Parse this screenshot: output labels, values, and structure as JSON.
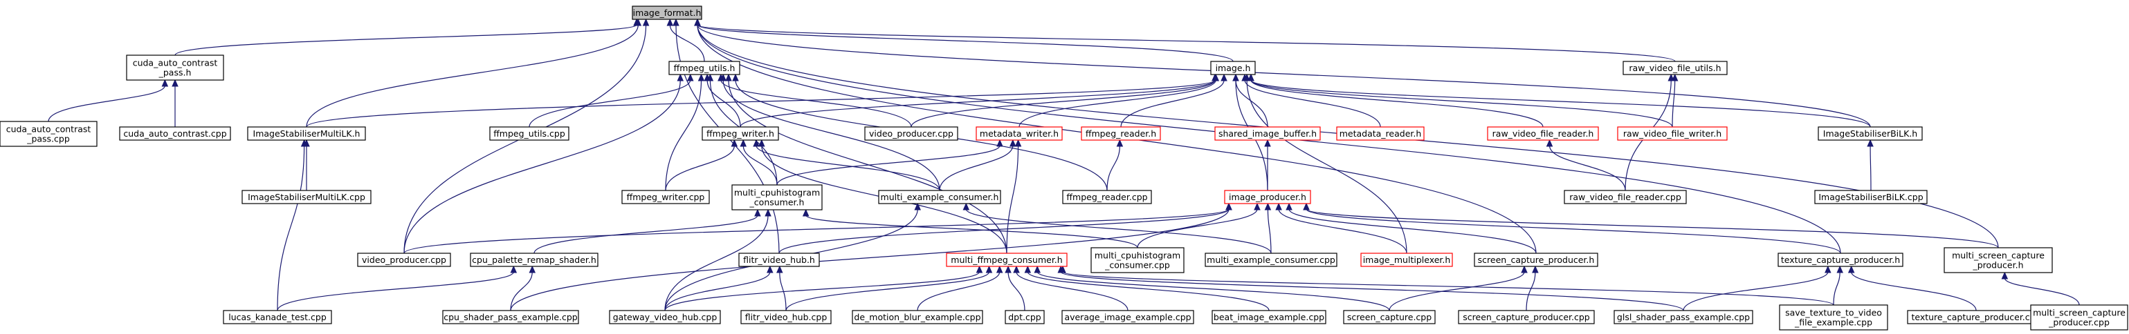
{
  "colors": {
    "edge": "#191970",
    "default_border": "#000000",
    "red_border": "#ff0000",
    "root_fill": "#bfbfbf",
    "node_fill": "#ffffff"
  },
  "nodes": [
    {
      "id": "image_format_h",
      "label": "image_format.h",
      "style": "root"
    },
    {
      "id": "cuda_auto_contrast_pass_h",
      "label": "cuda_auto_contrast\n_pass.h",
      "style": "normal"
    },
    {
      "id": "ffmpeg_utils_h",
      "label": "ffmpeg_utils.h",
      "style": "normal"
    },
    {
      "id": "image_h",
      "label": "image.h",
      "style": "normal"
    },
    {
      "id": "raw_video_file_utils_h",
      "label": "raw_video_file_utils.h",
      "style": "normal"
    },
    {
      "id": "cuda_auto_contrast_pass_cpp",
      "label": "cuda_auto_contrast\n_pass.cpp",
      "style": "normal"
    },
    {
      "id": "cuda_auto_contrast_cpp",
      "label": "cuda_auto_contrast.cpp",
      "style": "normal"
    },
    {
      "id": "ImageStabiliserMultiLK_h",
      "label": "ImageStabiliserMultiLK.h",
      "style": "normal"
    },
    {
      "id": "ffmpeg_utils_cpp",
      "label": "ffmpeg_utils.cpp",
      "style": "normal"
    },
    {
      "id": "video_producer_cpp_top",
      "label": "video_producer.cpp",
      "style": "normal"
    },
    {
      "id": "ffmpeg_writer_h",
      "label": "ffmpeg_writer.h",
      "style": "normal"
    },
    {
      "id": "metadata_writer_h",
      "label": "metadata_writer.h",
      "style": "red"
    },
    {
      "id": "ffmpeg_reader_h",
      "label": "ffmpeg_reader.h",
      "style": "red"
    },
    {
      "id": "shared_image_buffer_h",
      "label": "shared_image_buffer.h",
      "style": "red"
    },
    {
      "id": "metadata_reader_h",
      "label": "metadata_reader.h",
      "style": "red"
    },
    {
      "id": "raw_video_file_reader_h",
      "label": "raw_video_file_reader.h",
      "style": "red"
    },
    {
      "id": "raw_video_file_writer_h",
      "label": "raw_video_file_writer.h",
      "style": "red"
    },
    {
      "id": "ImageStabiliserBiLK_h",
      "label": "ImageStabiliserBiLK.h",
      "style": "normal"
    },
    {
      "id": "ImageStabiliserMultiLK_cpp",
      "label": "ImageStabiliserMultiLK.cpp",
      "style": "normal"
    },
    {
      "id": "ffmpeg_writer_cpp",
      "label": "ffmpeg_writer.cpp",
      "style": "normal"
    },
    {
      "id": "multi_cpuhistogram_consumer_h",
      "label": "multi_cpuhistogram\n_consumer.h",
      "style": "normal"
    },
    {
      "id": "multi_example_consumer_h",
      "label": "multi_example_consumer.h",
      "style": "normal"
    },
    {
      "id": "ffmpeg_reader_cpp",
      "label": "ffmpeg_reader.cpp",
      "style": "normal"
    },
    {
      "id": "image_producer_h",
      "label": "image_producer.h",
      "style": "red"
    },
    {
      "id": "raw_video_file_reader_cpp",
      "label": "raw_video_file_reader.cpp",
      "style": "normal"
    },
    {
      "id": "ImageStabiliserBiLK_cpp",
      "label": "ImageStabiliserBiLK.cpp",
      "style": "normal"
    },
    {
      "id": "video_producer_cpp",
      "label": "video_producer.cpp",
      "style": "normal"
    },
    {
      "id": "cpu_palette_remap_shader_h",
      "label": "cpu_palette_remap_shader.h",
      "style": "normal"
    },
    {
      "id": "flitr_video_hub_h",
      "label": "flitr_video_hub.h",
      "style": "normal"
    },
    {
      "id": "multi_ffmpeg_consumer_h",
      "label": "multi_ffmpeg_consumer.h",
      "style": "red"
    },
    {
      "id": "multi_cpuhistogram_consumer_cpp",
      "label": "multi_cpuhistogram\n_consumer.cpp",
      "style": "normal"
    },
    {
      "id": "multi_example_consumer_cpp",
      "label": "multi_example_consumer.cpp",
      "style": "normal"
    },
    {
      "id": "image_multiplexer_h",
      "label": "image_multiplexer.h",
      "style": "red"
    },
    {
      "id": "screen_capture_producer_h",
      "label": "screen_capture_producer.h",
      "style": "normal"
    },
    {
      "id": "texture_capture_producer_h",
      "label": "texture_capture_producer.h",
      "style": "normal"
    },
    {
      "id": "multi_screen_capture_producer_h",
      "label": "multi_screen_capture\n_producer.h",
      "style": "normal"
    },
    {
      "id": "lucas_kanade_test_cpp",
      "label": "lucas_kanade_test.cpp",
      "style": "normal"
    },
    {
      "id": "cpu_shader_pass_example_cpp",
      "label": "cpu_shader_pass_example.cpp",
      "style": "normal"
    },
    {
      "id": "gateway_video_hub_cpp",
      "label": "gateway_video_hub.cpp",
      "style": "normal"
    },
    {
      "id": "flitr_video_hub_cpp",
      "label": "flitr_video_hub.cpp",
      "style": "normal"
    },
    {
      "id": "de_motion_blur_example_cpp",
      "label": "de_motion_blur_example.cpp",
      "style": "normal"
    },
    {
      "id": "dpt_cpp",
      "label": "dpt.cpp",
      "style": "normal"
    },
    {
      "id": "average_image_example_cpp",
      "label": "average_image_example.cpp",
      "style": "normal"
    },
    {
      "id": "beat_image_example_cpp",
      "label": "beat_image_example.cpp",
      "style": "normal"
    },
    {
      "id": "screen_capture_cpp",
      "label": "screen_capture.cpp",
      "style": "normal"
    },
    {
      "id": "screen_capture_producer_cpp",
      "label": "screen_capture_producer.cpp",
      "style": "normal"
    },
    {
      "id": "glsl_shader_pass_example_cpp",
      "label": "glsl_shader_pass_example.cpp",
      "style": "normal"
    },
    {
      "id": "save_texture_to_video_file_example_cpp",
      "label": "save_texture_to_video\n_file_example.cpp",
      "style": "normal"
    },
    {
      "id": "texture_capture_producer_cpp",
      "label": "texture_capture_producer.cpp",
      "style": "normal"
    },
    {
      "id": "multi_screen_capture_producer_cpp",
      "label": "multi_screen_capture\n_producer.cpp",
      "style": "normal"
    }
  ],
  "edges": [
    [
      "cuda_auto_contrast_pass_h",
      "image_format_h"
    ],
    [
      "ImageStabiliserMultiLK_h",
      "image_format_h"
    ],
    [
      "ffmpeg_utils_h",
      "image_format_h"
    ],
    [
      "image_h",
      "image_format_h"
    ],
    [
      "raw_video_file_utils_h",
      "image_format_h"
    ],
    [
      "ImageStabiliserBiLK_h",
      "image_format_h"
    ],
    [
      "video_producer_cpp",
      "image_format_h"
    ],
    [
      "flitr_video_hub_h",
      "image_format_h"
    ],
    [
      "screen_capture_producer_h",
      "image_format_h"
    ],
    [
      "texture_capture_producer_h",
      "image_format_h"
    ],
    [
      "multi_screen_capture_producer_h",
      "image_format_h"
    ],
    [
      "cuda_auto_contrast_pass_cpp",
      "cuda_auto_contrast_pass_h"
    ],
    [
      "cuda_auto_contrast_cpp",
      "cuda_auto_contrast_pass_h"
    ],
    [
      "ffmpeg_utils_cpp",
      "ffmpeg_utils_h"
    ],
    [
      "video_producer_cpp_top",
      "ffmpeg_utils_h"
    ],
    [
      "ffmpeg_writer_h",
      "ffmpeg_utils_h"
    ],
    [
      "ffmpeg_writer_cpp",
      "ffmpeg_utils_h"
    ],
    [
      "multi_cpuhistogram_consumer_h",
      "ffmpeg_utils_h"
    ],
    [
      "multi_example_consumer_h",
      "ffmpeg_utils_h"
    ],
    [
      "ffmpeg_reader_cpp",
      "ffmpeg_utils_h"
    ],
    [
      "video_producer_cpp",
      "ffmpeg_utils_h"
    ],
    [
      "multi_ffmpeg_consumer_h",
      "ffmpeg_utils_h"
    ],
    [
      "ImageStabiliserMultiLK_h",
      "image_h"
    ],
    [
      "video_producer_cpp_top",
      "image_h"
    ],
    [
      "ffmpeg_writer_h",
      "image_h"
    ],
    [
      "metadata_writer_h",
      "image_h"
    ],
    [
      "ffmpeg_reader_h",
      "image_h"
    ],
    [
      "shared_image_buffer_h",
      "image_h"
    ],
    [
      "metadata_reader_h",
      "image_h"
    ],
    [
      "raw_video_file_reader_h",
      "image_h"
    ],
    [
      "raw_video_file_writer_h",
      "image_h"
    ],
    [
      "ImageStabiliserBiLK_h",
      "image_h"
    ],
    [
      "image_producer_h",
      "image_h"
    ],
    [
      "image_multiplexer_h",
      "image_h"
    ],
    [
      "raw_video_file_writer_h",
      "raw_video_file_utils_h"
    ],
    [
      "raw_video_file_reader_cpp",
      "raw_video_file_utils_h"
    ],
    [
      "ImageStabiliserMultiLK_cpp",
      "ImageStabiliserMultiLK_h"
    ],
    [
      "lucas_kanade_test_cpp",
      "ImageStabiliserMultiLK_h"
    ],
    [
      "ffmpeg_writer_cpp",
      "ffmpeg_writer_h"
    ],
    [
      "multi_example_consumer_h",
      "ffmpeg_writer_h"
    ],
    [
      "multi_cpuhistogram_consumer_h",
      "ffmpeg_writer_h"
    ],
    [
      "multi_ffmpeg_consumer_h",
      "ffmpeg_writer_h"
    ],
    [
      "multi_cpuhistogram_consumer_h",
      "metadata_writer_h"
    ],
    [
      "multi_example_consumer_h",
      "metadata_writer_h"
    ],
    [
      "multi_ffmpeg_consumer_h",
      "metadata_writer_h"
    ],
    [
      "ffmpeg_reader_cpp",
      "ffmpeg_reader_h"
    ],
    [
      "image_producer_h",
      "shared_image_buffer_h"
    ],
    [
      "raw_video_file_reader_cpp",
      "raw_video_file_reader_h"
    ],
    [
      "ImageStabiliserBiLK_cpp",
      "ImageStabiliserBiLK_h"
    ],
    [
      "cpu_palette_remap_shader_h",
      "multi_cpuhistogram_consumer_h"
    ],
    [
      "multi_cpuhistogram_consumer_cpp",
      "multi_cpuhistogram_consumer_h"
    ],
    [
      "gateway_video_hub_cpp",
      "multi_cpuhistogram_consumer_h"
    ],
    [
      "multi_example_consumer_cpp",
      "multi_example_consumer_h"
    ],
    [
      "gateway_video_hub_cpp",
      "multi_example_consumer_h"
    ],
    [
      "video_producer_cpp",
      "image_producer_h"
    ],
    [
      "flitr_video_hub_h",
      "image_producer_h"
    ],
    [
      "multi_cpuhistogram_consumer_cpp",
      "image_producer_h"
    ],
    [
      "multi_example_consumer_cpp",
      "image_producer_h"
    ],
    [
      "image_multiplexer_h",
      "image_producer_h"
    ],
    [
      "screen_capture_producer_h",
      "image_producer_h"
    ],
    [
      "texture_capture_producer_h",
      "image_producer_h"
    ],
    [
      "multi_screen_capture_producer_h",
      "image_producer_h"
    ],
    [
      "cpu_shader_pass_example_cpp",
      "image_producer_h"
    ],
    [
      "lucas_kanade_test_cpp",
      "cpu_palette_remap_shader_h"
    ],
    [
      "cpu_shader_pass_example_cpp",
      "cpu_palette_remap_shader_h"
    ],
    [
      "gateway_video_hub_cpp",
      "flitr_video_hub_h"
    ],
    [
      "flitr_video_hub_cpp",
      "flitr_video_hub_h"
    ],
    [
      "gateway_video_hub_cpp",
      "multi_ffmpeg_consumer_h"
    ],
    [
      "flitr_video_hub_cpp",
      "multi_ffmpeg_consumer_h"
    ],
    [
      "de_motion_blur_example_cpp",
      "multi_ffmpeg_consumer_h"
    ],
    [
      "dpt_cpp",
      "multi_ffmpeg_consumer_h"
    ],
    [
      "average_image_example_cpp",
      "multi_ffmpeg_consumer_h"
    ],
    [
      "beat_image_example_cpp",
      "multi_ffmpeg_consumer_h"
    ],
    [
      "screen_capture_cpp",
      "multi_ffmpeg_consumer_h"
    ],
    [
      "glsl_shader_pass_example_cpp",
      "multi_ffmpeg_consumer_h"
    ],
    [
      "save_texture_to_video_file_example_cpp",
      "multi_ffmpeg_consumer_h"
    ],
    [
      "screen_capture_cpp",
      "screen_capture_producer_h"
    ],
    [
      "screen_capture_producer_cpp",
      "screen_capture_producer_h"
    ],
    [
      "glsl_shader_pass_example_cpp",
      "texture_capture_producer_h"
    ],
    [
      "save_texture_to_video_file_example_cpp",
      "texture_capture_producer_h"
    ],
    [
      "texture_capture_producer_cpp",
      "texture_capture_producer_h"
    ],
    [
      "multi_screen_capture_producer_cpp",
      "multi_screen_capture_producer_h"
    ]
  ]
}
